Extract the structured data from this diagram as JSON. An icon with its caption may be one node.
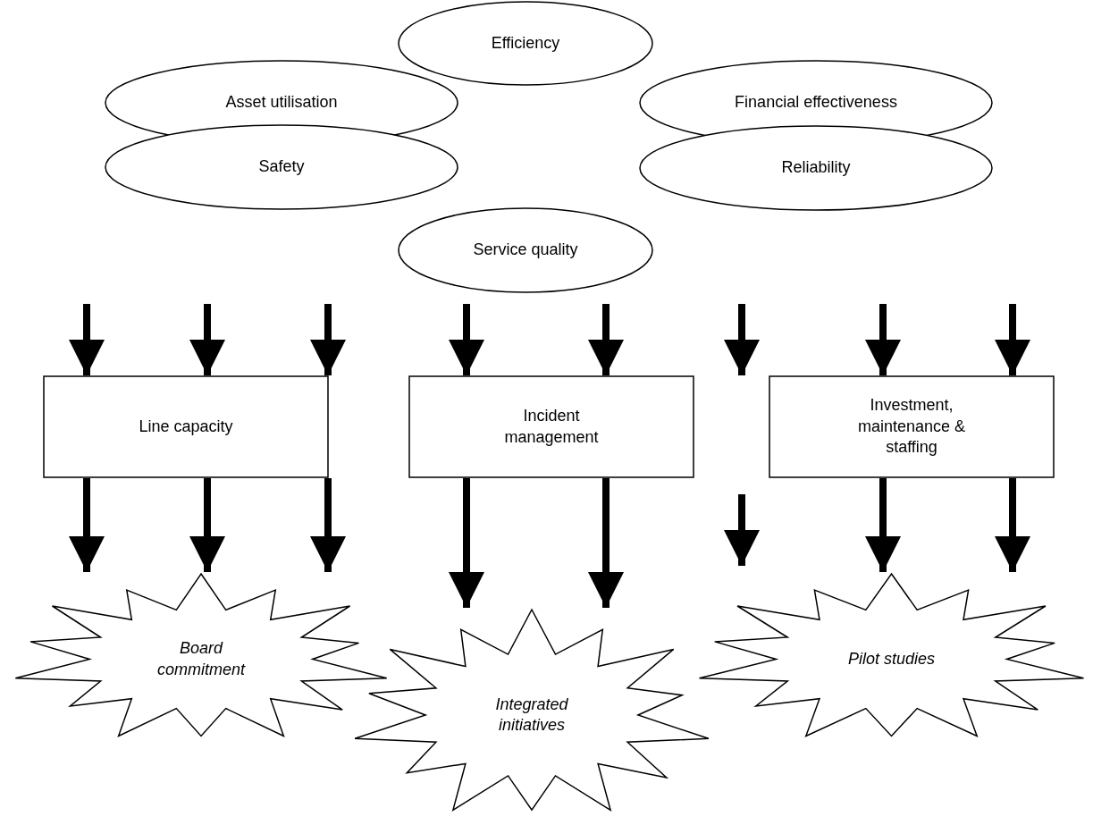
{
  "diagram": {
    "nodes": [
      {
        "text": [
          "Efficiency"
        ]
      },
      {
        "text": [
          "Asset utilisation"
        ]
      },
      {
        "text": [
          "Financial effectiveness"
        ]
      },
      {
        "text": [
          "Safety"
        ]
      },
      {
        "text": [
          "Reliability"
        ]
      },
      {
        "text": [
          "Service quality"
        ]
      },
      {
        "text": [
          "Line capacity"
        ]
      },
      {
        "text": [
          "Incident management"
        ]
      },
      {
        "text": [
          "Investment, maintenance & staffing"
        ]
      },
      {
        "text": [
          "Board commitment"
        ]
      },
      {
        "text": [
          "Integrated initiatives"
        ]
      },
      {
        "text": [
          "Pilot studies"
        ]
      }
    ],
    "edges": [
      {
        "from": null,
        "to": 6,
        "arrow": "to"
      },
      {
        "from": null,
        "to": 6,
        "arrow": "to"
      },
      {
        "from": null,
        "to": 6,
        "arrow": "to"
      },
      {
        "from": null,
        "to": 7,
        "arrow": "to"
      },
      {
        "from": null,
        "to": 7,
        "arrow": "to"
      },
      {
        "from": null,
        "to": 8,
        "arrow": "to"
      },
      {
        "from": null,
        "to": 8,
        "arrow": "to"
      },
      {
        "from": 6,
        "to": 9,
        "arrow": "to"
      },
      {
        "from": 6,
        "to": 9,
        "arrow": "to"
      },
      {
        "from": 6,
        "to": 9,
        "arrow": "to"
      },
      {
        "from": 7,
        "to": 10,
        "arrow": "to"
      },
      {
        "from": 7,
        "to": 10,
        "arrow": "to"
      },
      {
        "from": 8,
        "to": 11,
        "arrow": "to"
      },
      {
        "from": 8,
        "to": 11,
        "arrow": "to"
      }
    ]
  }
}
